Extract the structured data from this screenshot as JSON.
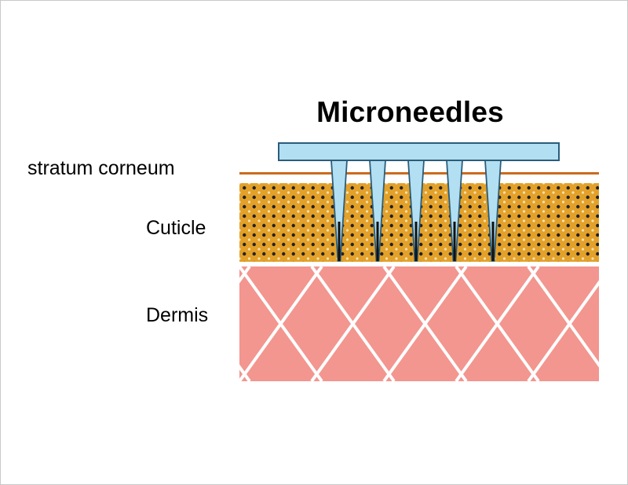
{
  "title": "Microneedles",
  "layers": {
    "stratum_corneum": "stratum corneum",
    "cuticle": "Cuticle",
    "dermis": "Dermis"
  },
  "colors": {
    "needle_fill": "#b3dff2",
    "needle_stroke": "#2b5d7a",
    "stratum_line": "#cc6a1c",
    "cuticle_fill": "#e3a12a",
    "cuticle_dot": "#222222",
    "cuticle_light_dot": "#f3e1b1",
    "dermis_fill": "#f2968f",
    "dermis_lines": "#ffffff"
  },
  "needle_count": 5
}
